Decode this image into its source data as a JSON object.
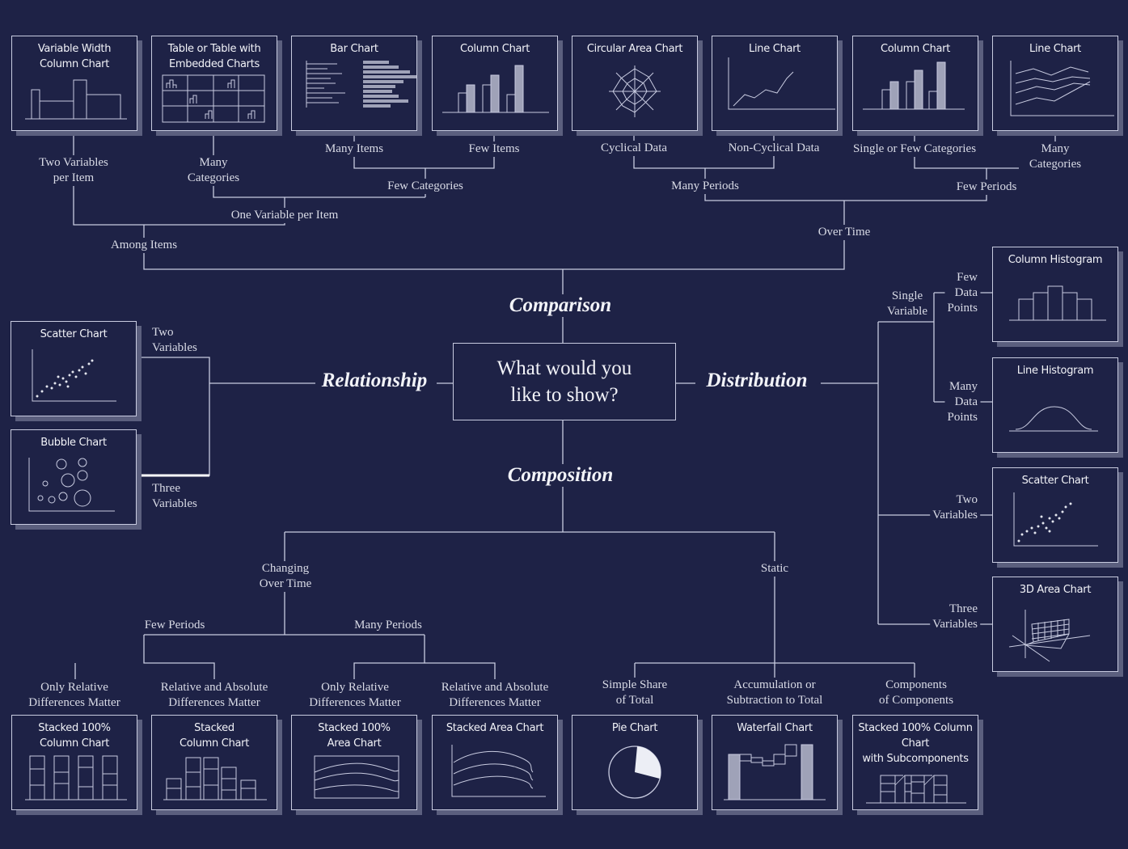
{
  "center_question": "What would you\nlike to show?",
  "categories": {
    "comparison": "Comparison",
    "relationship": "Relationship",
    "distribution": "Distribution",
    "composition": "Composition"
  },
  "charts": {
    "variable_width_column": "Variable Width\nColumn Chart",
    "table_embedded": "Table or Table with\nEmbedded Charts",
    "bar_chart": "Bar Chart",
    "column_chart_few_items": "Column Chart",
    "circular_area": "Circular Area Chart",
    "line_chart_non_cyclical": "Line Chart",
    "column_chart_over_time": "Column Chart",
    "line_chart_many_categories": "Line Chart",
    "scatter_relationship": "Scatter Chart",
    "bubble_chart": "Bubble Chart",
    "column_histogram": "Column Histogram",
    "line_histogram": "Line Histogram",
    "scatter_distribution": "Scatter Chart",
    "area_3d": "3D Area Chart",
    "stacked_100_column": "Stacked 100%\nColumn Chart",
    "stacked_column": "Stacked\nColumn Chart",
    "stacked_100_area": "Stacked 100%\nArea Chart",
    "stacked_area": "Stacked Area Chart",
    "pie_chart": "Pie Chart",
    "waterfall_chart": "Waterfall Chart",
    "stacked_100_column_sub": "Stacked 100% Column Chart\nwith Subcomponents"
  },
  "labels": {
    "two_variables_per_item": "Two Variables\nper Item",
    "many_categories_table": "Many\nCategories",
    "many_items": "Many Items",
    "few_items": "Few Items",
    "few_categories": "Few Categories",
    "one_variable_per_item": "One Variable per Item",
    "among_items": "Among Items",
    "cyclical_data": "Cyclical Data",
    "non_cyclical_data": "Non-Cyclical Data",
    "single_or_few_categories": "Single or Few Categories",
    "many_categories_line": "Many Categories",
    "many_periods_top": "Many Periods",
    "few_periods_top": "Few Periods",
    "over_time": "Over Time",
    "two_variables_rel": "Two\nVariables",
    "three_variables_rel": "Three\nVariables",
    "single_variable": "Single\nVariable",
    "few_data_points": "Few\nData\nPoints",
    "many_data_points": "Many\nData\nPoints",
    "two_variables_dist": "Two\nVariables",
    "three_variables_dist": "Three\nVariables",
    "changing_over_time": "Changing\nOver Time",
    "static": "Static",
    "few_periods_bottom": "Few Periods",
    "many_periods_bottom": "Many Periods",
    "only_relative_1": "Only Relative\nDifferences Matter",
    "relative_absolute_1": "Relative and Absolute\nDifferences Matter",
    "only_relative_2": "Only Relative\nDifferences Matter",
    "relative_absolute_2": "Relative and Absolute\nDifferences Matter",
    "simple_share": "Simple Share\nof Total",
    "accumulation": "Accumulation or\nSubtraction to Total",
    "components": "Components\nof Components"
  },
  "colors": {
    "background": "#1e2246",
    "line": "#c8cbe0",
    "shadow": "#5b5f7e",
    "text": "#e4e6ef"
  }
}
